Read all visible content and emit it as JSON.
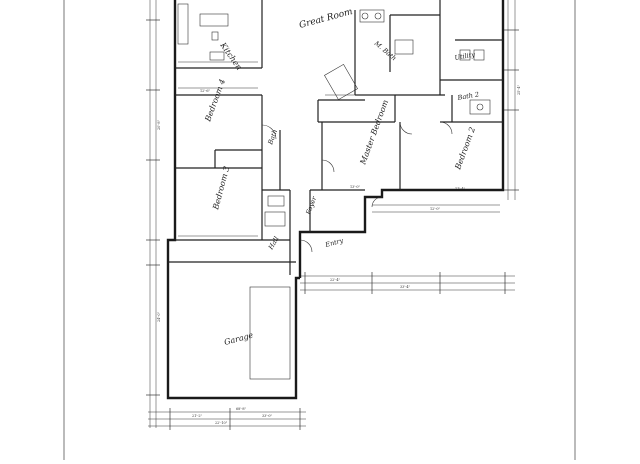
{
  "colors": {
    "ink": "#1a1a1a",
    "paper": "#ffffff",
    "frame": "#3a3a3a"
  },
  "plan": {
    "rooms": {
      "kitchen": "Kitchen",
      "great_room": "Great Room",
      "master_bath": "M. Bath",
      "bedroom_4": "Bedroom 4",
      "bedroom_3": "Bedroom 3",
      "bedroom_2": "Bedroom 2",
      "master_bedroom": "Master Bedroom",
      "utility": "Utility",
      "bath_2": "Bath 2",
      "bath_3": "Bath",
      "foyer": "Foyer",
      "hall": "Hall",
      "entry": "Entry",
      "garage": "Garage"
    },
    "dimensions": {
      "bottom_overall": "68'-8\"",
      "bottom_left": "21'-2\"",
      "bottom_right": "33'-0\"",
      "garage_depth": "24'-0\"",
      "garage_width": "22'-10\"",
      "entry_width": "22'-4\"",
      "right_width": "33'-4\"",
      "rear_width": "12'-0\"",
      "left_depth": "20'-8\"",
      "right_depth": "25'-4\"",
      "bed4_w": "12'-6\"",
      "bed2_w": "11'-4\"",
      "mbed_w": "13'-0\""
    }
  }
}
